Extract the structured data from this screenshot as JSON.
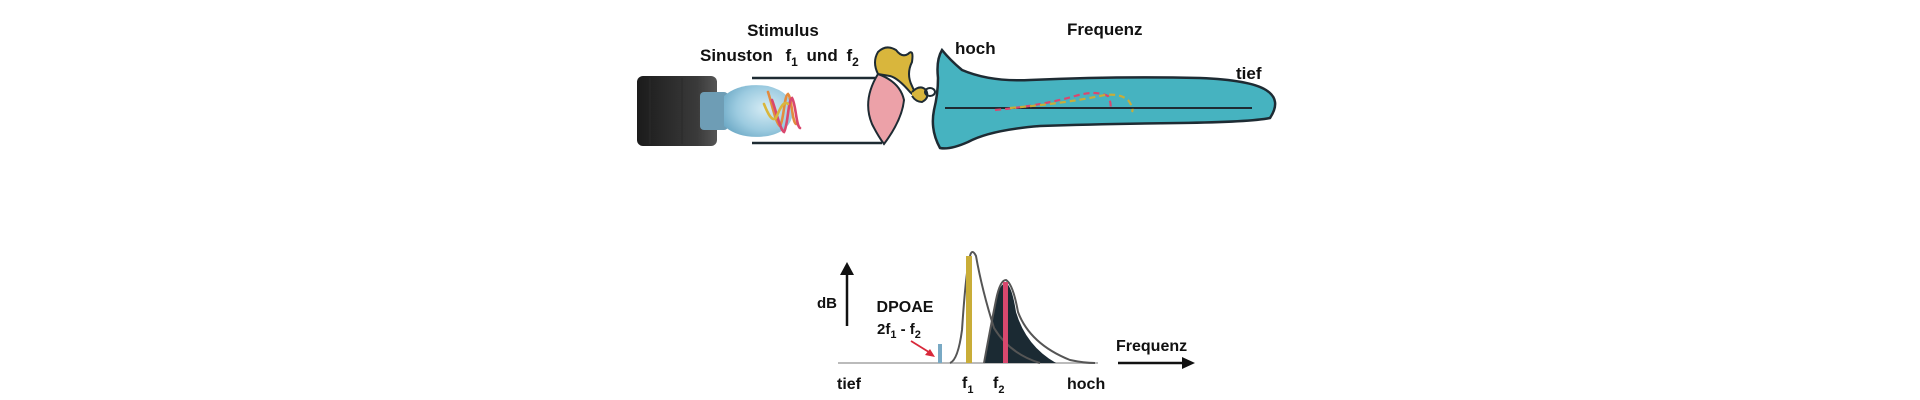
{
  "ear_diagram": {
    "stimulus_title": "Stimulus",
    "stimulus_prefix": "Sinuston",
    "f1_base": "f",
    "f1_sub": "1",
    "connector": "und",
    "f2_base": "f",
    "f2_sub": "2",
    "frequency_label": "Frequenz",
    "high_label": "hoch",
    "low_label": "tief"
  },
  "spectrum": {
    "ylabel": "dB",
    "dpoae_label": "DPOAE",
    "formula_coef": "2f",
    "formula_sub1": "1",
    "formula_minus": " - f",
    "formula_sub2": "2",
    "x_low": "tief",
    "x_high": "hoch",
    "x_arrow_label": "Frequenz",
    "f1_base": "f",
    "f1_sub": "1",
    "f2_base": "f",
    "f2_sub": "2"
  },
  "colors": {
    "cochlea": "#46b3c0",
    "cochlea_outline": "#1e2b33",
    "f1": "#c9ad38",
    "f2": "#d9486e",
    "dpoae": "#79a9c4",
    "tympanic": "#eca1a8",
    "ossicle": "#d9b63c",
    "shade": "#1b2a33"
  },
  "chart_data": {
    "type": "line",
    "series": [],
    "peaks": [
      "2f1 - f2",
      "f1",
      "f2"
    ]
  }
}
